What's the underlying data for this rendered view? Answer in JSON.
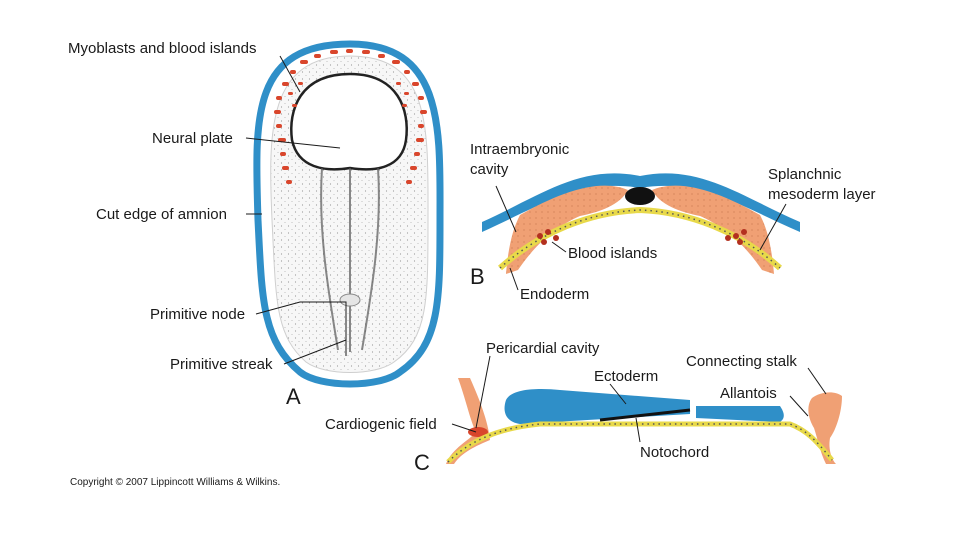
{
  "colors": {
    "ectoderm_blue": "#2f8fc8",
    "mesoderm_orange": "#f0a074",
    "blood_red": "#d9462c",
    "endoderm_yellow": "#e8d94a",
    "notochord_black": "#111111",
    "embryo_grey": "#9a9a9a"
  },
  "panel_a": {
    "letter": "A",
    "labels": {
      "myoblasts": "Myoblasts and blood islands",
      "neural_plate": "Neural plate",
      "amnion_edge": "Cut edge of amnion",
      "primitive_node": "Primitive node",
      "primitive_streak": "Primitive streak"
    }
  },
  "panel_b": {
    "letter": "B",
    "labels": {
      "intraembryonic_line1": "Intraembryonic",
      "intraembryonic_line2": "cavity",
      "splanchnic_line1": "Splanchnic",
      "splanchnic_line2": "mesoderm layer",
      "blood_islands": "Blood islands",
      "endoderm": "Endoderm"
    }
  },
  "panel_c": {
    "letter": "C",
    "labels": {
      "pericardial_cavity": "Pericardial cavity",
      "ectoderm": "Ectoderm",
      "connecting_stalk": "Connecting stalk",
      "allantois": "Allantois",
      "cardiogenic_field": "Cardiogenic field",
      "notochord": "Notochord"
    }
  },
  "copyright": "Copyright © 2007 Lippincott Williams & Wilkins."
}
